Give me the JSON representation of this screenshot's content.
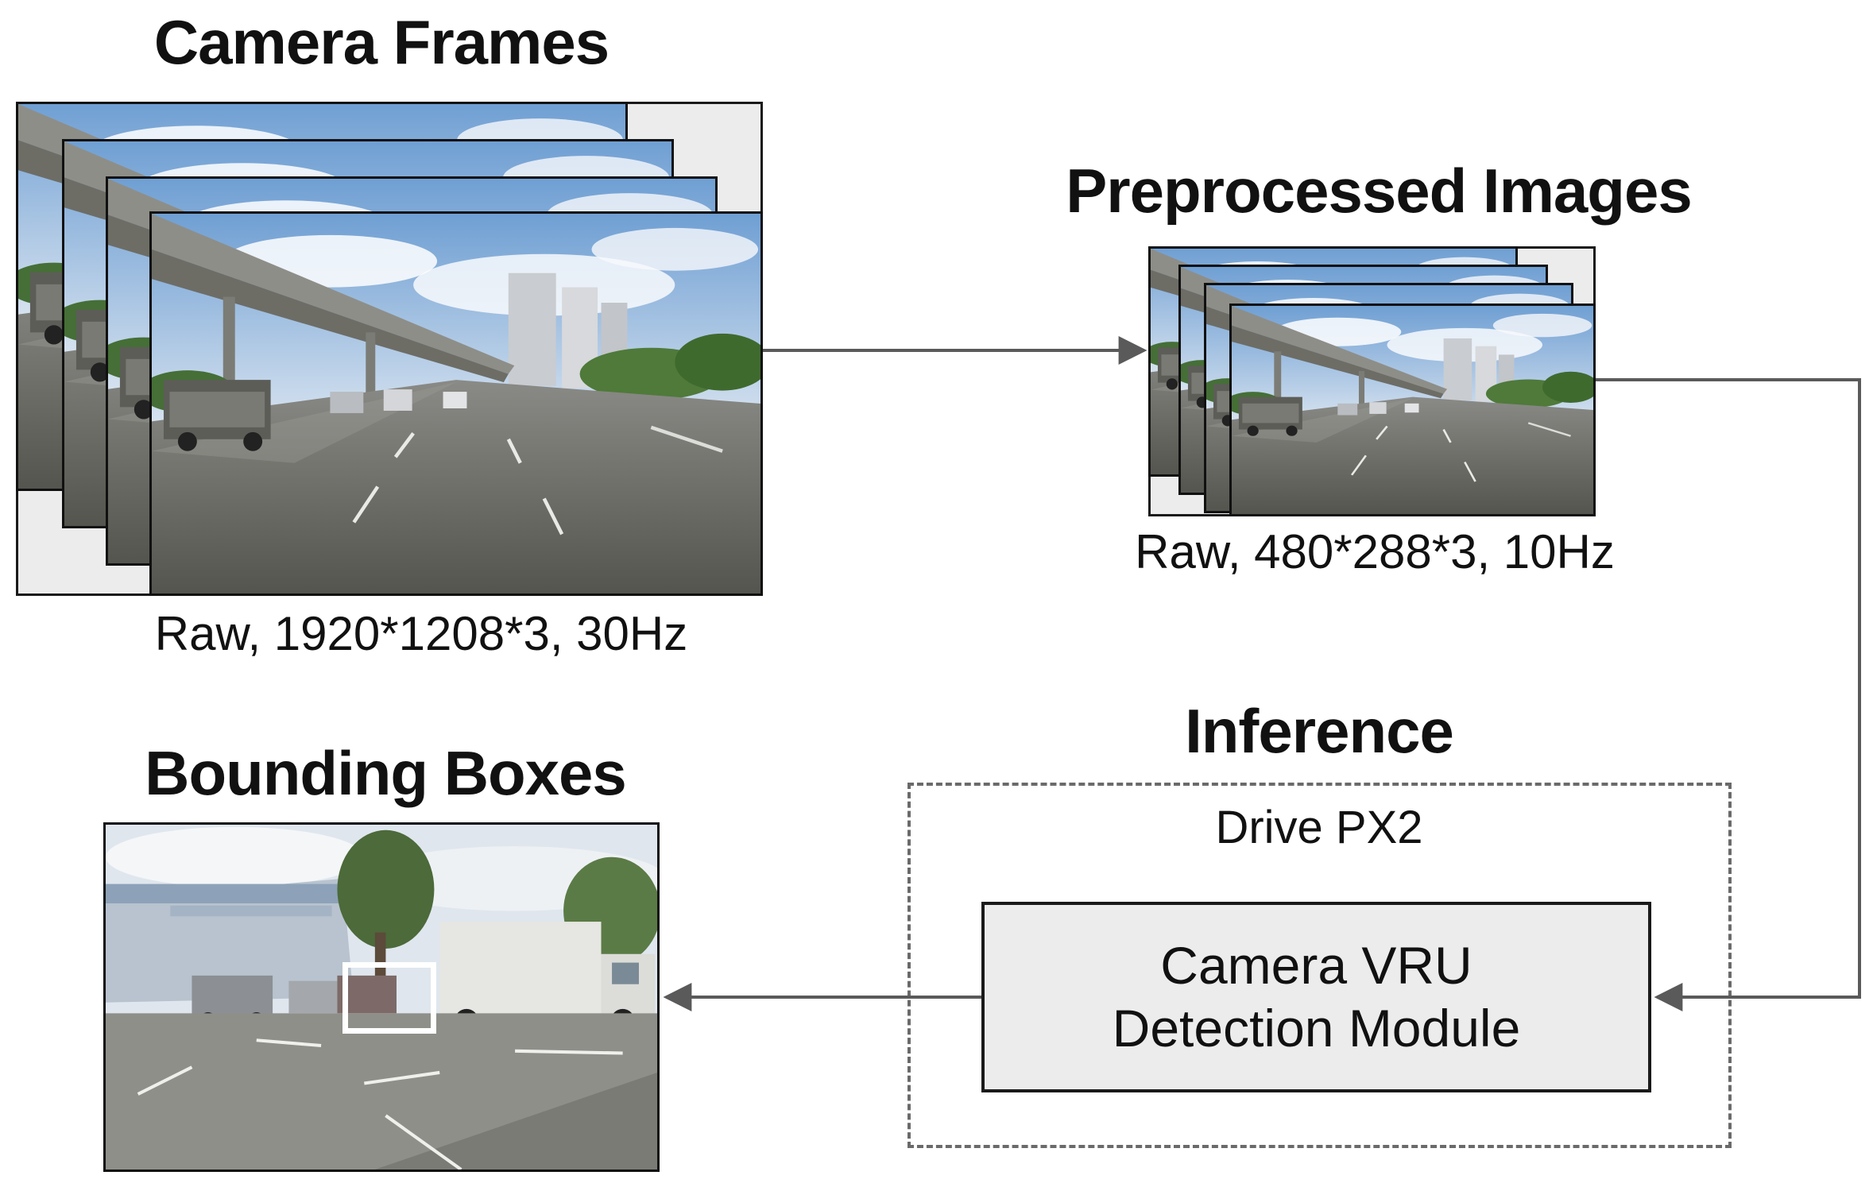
{
  "camera_frames": {
    "title": "Camera Frames",
    "caption": "Raw, 1920*1208*3, 30Hz"
  },
  "preprocessed": {
    "title": "Preprocessed Images",
    "caption": "Raw, 480*288*3, 10Hz"
  },
  "inference": {
    "title": "Inference",
    "platform": "Drive PX2",
    "module_line1": "Camera VRU",
    "module_line2": "Detection Module"
  },
  "bounding_boxes": {
    "title": "Bounding Boxes"
  },
  "colors": {
    "stroke": "#1a1a1a",
    "arrow": "#5a5a5a",
    "box_fill": "#ececec",
    "dashed": "#6a6a6a",
    "detection_box": "#ffffff"
  }
}
